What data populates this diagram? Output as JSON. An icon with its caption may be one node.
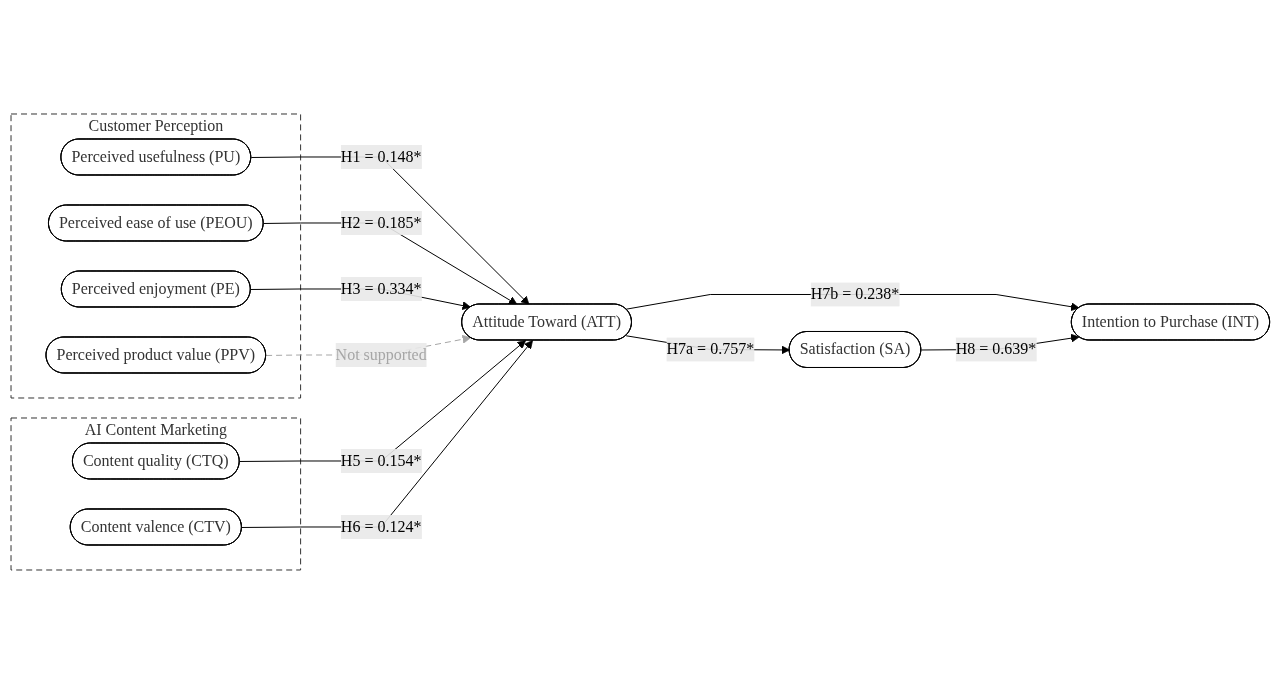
{
  "diagram": {
    "nodes": [
      {
        "text": [
          "AI Content Marketing"
        ]
      },
      {
        "text": [
          "Content quality (CTQ)"
        ],
        "in": 0
      },
      {
        "text": [
          "Content valence (CTV)"
        ],
        "in": 0
      },
      {
        "text": [
          "Customer Perception"
        ]
      },
      {
        "text": [
          "Perceived usefulness (PU)"
        ],
        "in": 3
      },
      {
        "text": [
          "Perceived ease of use (PEOU)"
        ],
        "in": 3
      },
      {
        "text": [
          "Perceived enjoyment (PE)"
        ],
        "in": 3
      },
      {
        "text": [
          "Perceived product value (PPV)"
        ],
        "in": 3
      },
      {
        "text": [
          "Attitude Toward (ATT)"
        ]
      },
      {
        "text": [
          "Satisfaction (SA)"
        ]
      },
      {
        "text": [
          "Intention to Purchase (INT)"
        ]
      }
    ],
    "edges": [
      {
        "from": 4,
        "to": 8,
        "arrow": "to",
        "label": "H1 = 0.148*"
      },
      {
        "from": 5,
        "to": 8,
        "arrow": "to",
        "label": "H2 = 0.185*"
      },
      {
        "from": 6,
        "to": 8,
        "arrow": "to",
        "label": "H3 = 0.334*"
      },
      {
        "from": 7,
        "to": 8,
        "arrow": "to",
        "label": "Not supported",
        "style": "dashed",
        "color": "#a6a6a6"
      },
      {
        "from": 1,
        "to": 8,
        "arrow": "to",
        "label": "H5 = 0.154*"
      },
      {
        "from": 2,
        "to": 8,
        "arrow": "to",
        "label": "H6 = 0.124*"
      },
      {
        "from": 8,
        "to": 9,
        "arrow": "to",
        "label": "H7a = 0.757*"
      },
      {
        "from": 8,
        "to": 10,
        "arrow": "to",
        "label": "H7b = 0.238*"
      },
      {
        "from": 9,
        "to": 10,
        "arrow": "to",
        "label": "H8 = 0.639*"
      }
    ]
  }
}
